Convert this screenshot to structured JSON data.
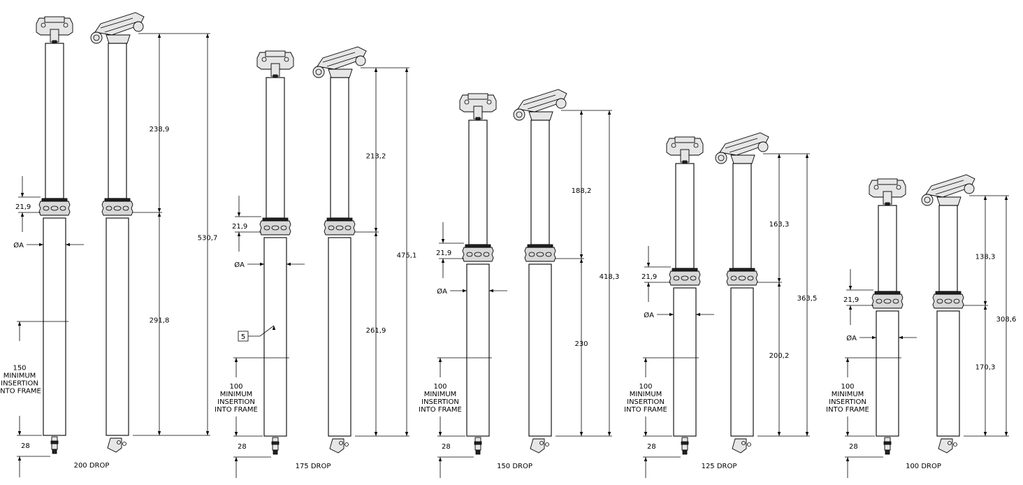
{
  "posts": [
    {
      "drop_label": "200 DROP",
      "stanchion": "238,9",
      "body": "291,8",
      "overall": "530,7",
      "collar": "21,9",
      "diameter": "ØA",
      "insertion": [
        "150",
        "MINIMUM",
        "INSERTION",
        "INTO FRAME"
      ],
      "bottom": "28"
    },
    {
      "drop_label": "175 DROP",
      "stanchion": "213,2",
      "body": "261,9",
      "overall": "475,1",
      "collar": "21,9",
      "diameter": "ØA",
      "insertion": [
        "100",
        "MINIMUM",
        "INSERTION",
        "INTO FRAME"
      ],
      "bottom": "28",
      "callout": "5"
    },
    {
      "drop_label": "150 DROP",
      "stanchion": "188,2",
      "body": "230",
      "overall": "418,3",
      "collar": "21,9",
      "diameter": "ØA",
      "insertion": [
        "100",
        "MINIMUM",
        "INSERTION",
        "INTO FRAME"
      ],
      "bottom": "28"
    },
    {
      "drop_label": "125 DROP",
      "stanchion": "163,3",
      "body": "200,2",
      "overall": "363,5",
      "collar": "21,9",
      "diameter": "ØA",
      "insertion": [
        "100",
        "MINIMUM",
        "INSERTION",
        "INTO FRAME"
      ],
      "bottom": "28"
    },
    {
      "drop_label": "100 DROP",
      "stanchion": "138,3",
      "body": "170,3",
      "overall": "308,6",
      "collar": "21,9",
      "diameter": "ØA",
      "insertion": [
        "100",
        "MINIMUM",
        "INSERTION",
        "INTO FRAME"
      ],
      "bottom": "28"
    }
  ]
}
